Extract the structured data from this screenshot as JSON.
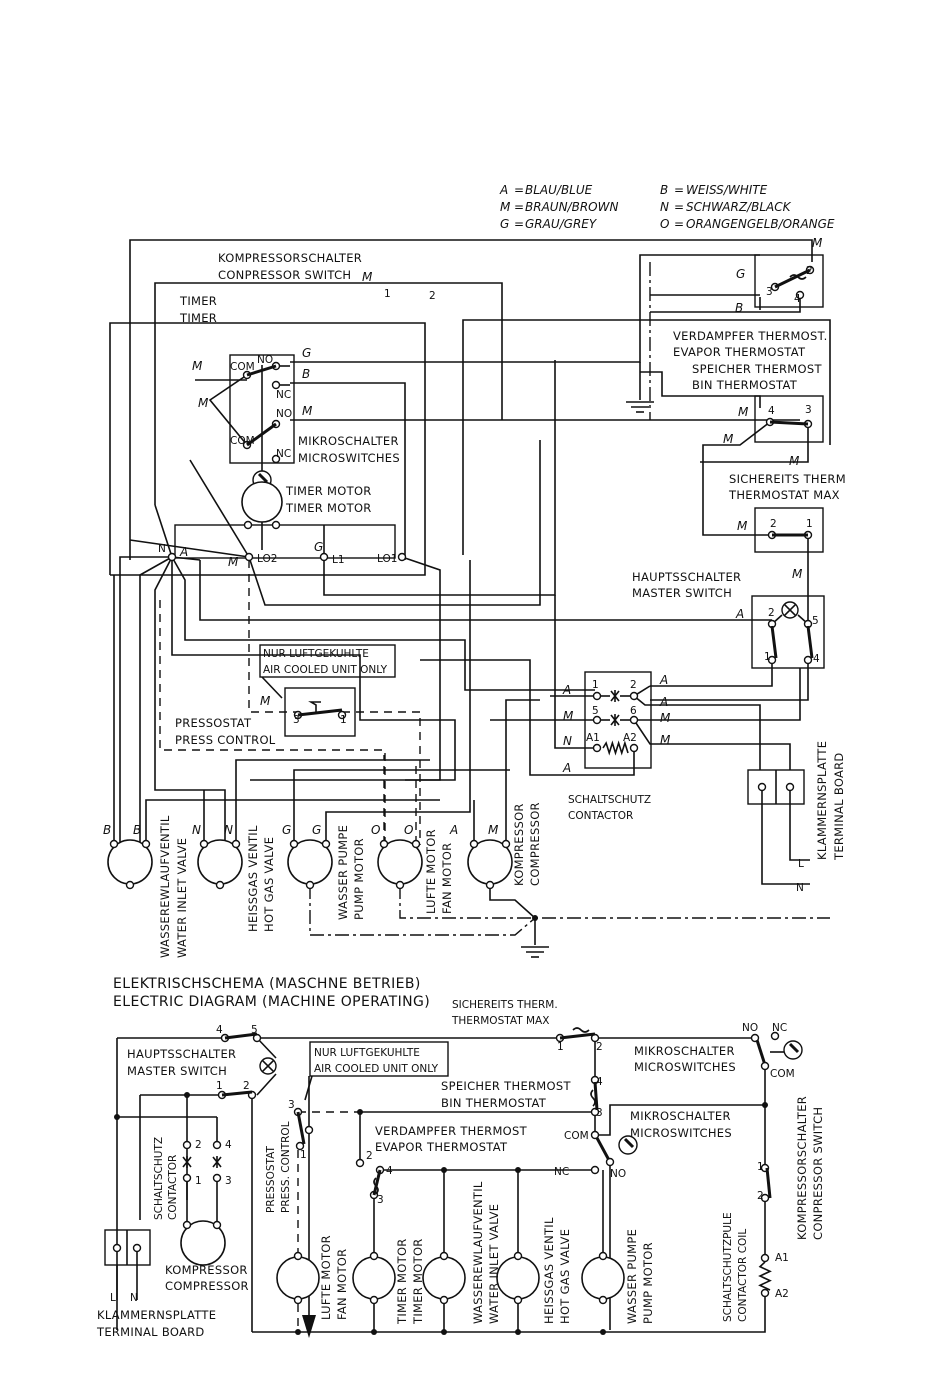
{
  "legend": {
    "items": [
      {
        "code": "A",
        "sep": "=",
        "text": "BLAU/BLUE"
      },
      {
        "code": "M",
        "sep": "=",
        "text": "BRAUN/BROWN"
      },
      {
        "code": "G",
        "sep": "=",
        "text": "GRAU/GREY"
      },
      {
        "code": "B",
        "sep": "=",
        "text": "WEISS/WHITE"
      },
      {
        "code": "N",
        "sep": "=",
        "text": "SCHWARZ/BLACK"
      },
      {
        "code": "O",
        "sep": "=",
        "text": "ORANGENGELB/ORANGE"
      }
    ]
  },
  "top": {
    "compressor_switch": {
      "de": "KOMPRESSORSCHALTER",
      "en": "CONPRESSOR SWITCH",
      "t1": "1",
      "t2": "2",
      "wire": "M"
    },
    "timer": {
      "de": "TIMER",
      "en": "TIMER"
    },
    "microswitches": {
      "de": "MIKROSCHALTER",
      "en": "MICROSWITCHES",
      "com": "COM",
      "no": "NO",
      "nc": "NC"
    },
    "timer_motor": {
      "de": "TIMER MOTOR",
      "en": "TIMER MOTOR"
    },
    "timer_terminals": {
      "n": "N",
      "a": "A",
      "lo2": "LO2",
      "l1": "L1",
      "lo1": "LO1"
    },
    "evap_thermostat": {
      "de": "VERDAMPFER THERMOST.",
      "en": "EVAPOR THERMOSTAT",
      "t2": "2",
      "t3": "3",
      "t4": "4"
    },
    "bin_thermostat": {
      "de": "SPEICHER THERMOST",
      "en": "BIN THERMOSTAT",
      "t3": "3",
      "t4": "4"
    },
    "safety_thermostat": {
      "de": "SICHEREITS THERM",
      "en": "THERMOSTAT MAX",
      "t1": "1",
      "t2": "2"
    },
    "master_switch": {
      "de": "HAUPTSSCHALTER",
      "en": "MASTER SWITCH",
      "t1": "1",
      "t2": "2",
      "t4": "4",
      "t5": "5"
    },
    "air_cooled": {
      "de": "NUR LUFTGEKUHLTE",
      "en": "AIR COOLED UNIT ONLY"
    },
    "press_control": {
      "de": "PRESSOSTAT",
      "en": "PRESS CONTROL",
      "t1": "1",
      "t3": "3"
    },
    "contactor": {
      "de": "SCHALTSCHUTZ",
      "en": "CONTACTOR",
      "t1": "1",
      "t2": "2",
      "t5": "5",
      "t6": "6",
      "a1": "A1",
      "a2": "A2"
    },
    "terminal_board": {
      "de": "KLAMMERNSPLATTE",
      "en": "TERMINAL BOARD",
      "l": "L",
      "n": "N"
    },
    "loads": [
      {
        "de": "WASSEREWLAUFVENTIL",
        "en": "WATER INLET VALVE",
        "w1": "B",
        "w2": "B"
      },
      {
        "de": "HEISSGAS VENTIL",
        "en": "HOT GAS VALVE",
        "w1": "N",
        "w2": "N"
      },
      {
        "de": "WASSER PUMPE",
        "en": "PUMP MOTOR",
        "w1": "G",
        "w2": "G"
      },
      {
        "de": "LUFTE MOTOR",
        "en": "FAN MOTOR",
        "w1": "O",
        "w2": "O"
      },
      {
        "de": "KOMPRESSOR",
        "en": "COMPRESSOR",
        "w1": "A",
        "w2": "M"
      }
    ],
    "wire_codes": {
      "m": "M",
      "g": "G",
      "b": "B",
      "a": "A",
      "n": "N"
    }
  },
  "bottom": {
    "title_de": "ELEKTRISCHSCHEMA (MASCHNE BETRIEB)",
    "title_en": "ELECTRIC DIAGRAM (MACHINE OPERATING)",
    "safety_thermostat": {
      "de": "SICHEREITS THERM.",
      "en": "THERMOSTAT MAX",
      "t1": "1",
      "t2": "2"
    },
    "master_switch": {
      "de": "HAUPTSSCHALTER",
      "en": "MASTER SWITCH",
      "t1": "1",
      "t2": "2",
      "t4": "4",
      "t5": "5"
    },
    "air_cooled": {
      "de": "NUR LUFTGEKUHLTE",
      "en": "AIR COOLED UNIT ONLY"
    },
    "microswitch_top": {
      "de": "MIKROSCHALTER",
      "en": "MICROSWITCHES",
      "no": "NO",
      "nc": "NC",
      "com": "COM"
    },
    "bin_thermostat": {
      "de": "SPEICHER THERMOST",
      "en": "BIN THERMOSTAT",
      "t3": "3",
      "t4": "4"
    },
    "microswitch_mid": {
      "de": "MIKROSCHALTER",
      "en": "MICROSWITCHES",
      "com": "COM",
      "no": "NO"
    },
    "evap_thermostat": {
      "de": "VERDAMPFER THERMOST",
      "en": "EVAPOR THERMOSTAT",
      "t2": "2",
      "t3": "3",
      "t4": "4",
      "nc": "NC"
    },
    "contactor": {
      "de": "SCHALTSCHUTZ",
      "en": "CONTACTOR",
      "t1": "1",
      "t2": "2",
      "t3": "3",
      "t4": "4"
    },
    "press_control": {
      "de": "PRESSOSTAT",
      "en": "PRESS. CONTROL",
      "t1": "1",
      "t3": "3"
    },
    "compressor": {
      "de": "KOMPRESSOR",
      "en": "COMPRESSOR"
    },
    "compressor_switch": {
      "de": "KOMPRESSORSCHALTER",
      "en": "CONPRESSOR SWITCH",
      "t1": "1",
      "t2": "2"
    },
    "contactor_coil": {
      "de": "SCHALTSCHUTZPULE",
      "en": "CONTACTOR COIL",
      "a1": "A1",
      "a2": "A2"
    },
    "terminal_board": {
      "de": "KLAMMERNSPLATTE",
      "en": "TERMINAL BOARD",
      "l": "L",
      "n": "N"
    },
    "loads": [
      {
        "de": "LUFTE MOTOR",
        "en": "FAN MOTOR"
      },
      {
        "de": "TIMER MOTOR",
        "en": "TIMER MOTOR"
      },
      {
        "de": "WASSEREWLAUFVENTIL",
        "en": "WATER INLET VALVE"
      },
      {
        "de": "HEISSGAS VENTIL",
        "en": "HOT GAS VALVE"
      },
      {
        "de": "WASSER PUMPE",
        "en": "PUMP MOTOR"
      }
    ]
  }
}
